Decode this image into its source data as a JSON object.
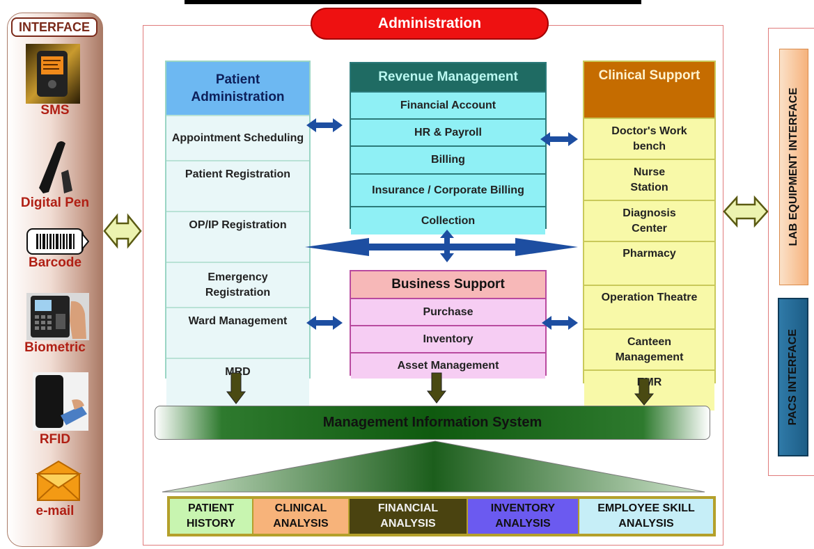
{
  "title": "Administration",
  "interface": {
    "title": "INTERFACE",
    "items": [
      {
        "label": "SMS",
        "icon": "mobile-phone-icon"
      },
      {
        "label": "Digital Pen",
        "icon": "digital-pen-icon"
      },
      {
        "label": "Barcode",
        "icon": "barcode-icon"
      },
      {
        "label": "Biometric",
        "icon": "biometric-scanner-icon"
      },
      {
        "label": "RFID",
        "icon": "rfid-reader-icon"
      },
      {
        "label": "e-mail",
        "icon": "email-envelope-icon"
      }
    ]
  },
  "patient_administration": {
    "title": "Patient Administration",
    "items": [
      "Appointment Scheduling",
      "Patient Registration",
      "OP/IP Registration",
      "Emergency Registration",
      "Ward Management",
      "MRD"
    ]
  },
  "revenue_management": {
    "title": "Revenue Management",
    "items": [
      "Financial Account",
      "HR & Payroll",
      "Billing",
      "Insurance / Corporate Billing",
      "Collection"
    ]
  },
  "business_support": {
    "title": "Business Support",
    "items": [
      "Purchase",
      "Inventory",
      "Asset Management"
    ]
  },
  "clinical_support": {
    "title": "Clinical Support",
    "items": [
      "Doctor's Work bench",
      "Nurse Station",
      "Diagnosis Center",
      "Pharmacy",
      "Operation Theatre",
      "Canteen Management",
      "EMR"
    ]
  },
  "mis": {
    "title": "Management Information System"
  },
  "analysis": [
    {
      "label": "PATIENT HISTORY",
      "bg": "#c8f5b0",
      "fg": "#111"
    },
    {
      "label": "CLINICAL ANALYSIS",
      "bg": "#f7b37a",
      "fg": "#111"
    },
    {
      "label": "FINANCIAL ANALYSIS",
      "bg": "#4a4310",
      "fg": "#f2f2f2"
    },
    {
      "label": "INVENTORY ANALYSIS",
      "bg": "#6b5af0",
      "fg": "#111"
    },
    {
      "label": "EMPLOYEE SKILL ANALYSIS",
      "bg": "#c6eef7",
      "fg": "#111"
    }
  ],
  "lab_equipment_interface": "LAB EQUIPMENT INTERFACE",
  "pacs_interface": "PACS INTERFACE",
  "colors": {
    "admin_red": "#ee1111",
    "patient_header": "#6db8f2",
    "revenue_header": "#1f6b63",
    "business_header": "#f7b8b8",
    "clinical_header": "#c56c00",
    "arrow_blue": "#1d4ea1",
    "arrow_olive": "#4a4a12",
    "interface_arrow": "#ecf3b0"
  }
}
